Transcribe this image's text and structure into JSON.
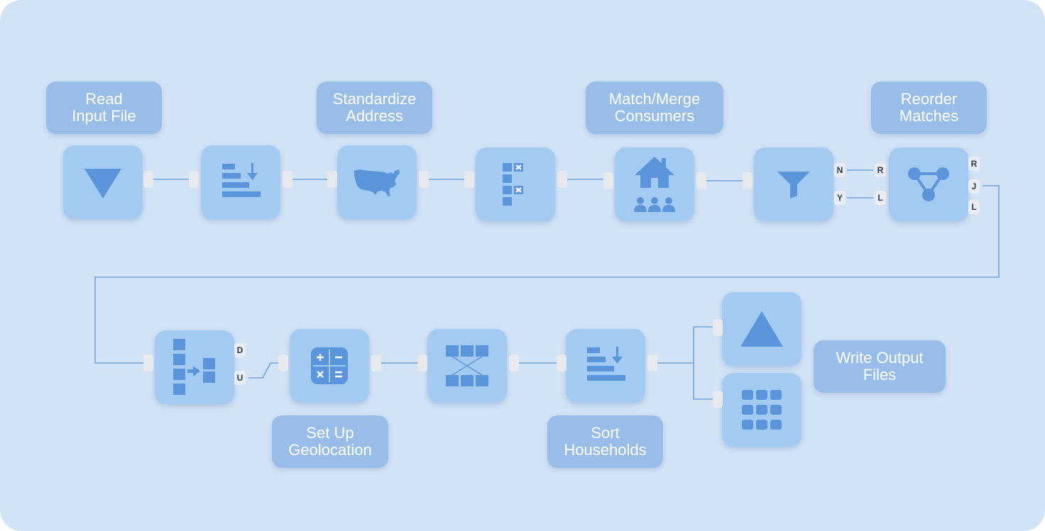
{
  "colors": {
    "canvas": "#d3e3f6",
    "node": "#a3cbf2",
    "label": "#98bde9",
    "icon": "#5a95dc",
    "wire": "#6ea3de",
    "port": "#e7e9ec"
  },
  "labels": {
    "read": [
      "Read",
      "Input File"
    ],
    "standardize": [
      "Standardize",
      "Address"
    ],
    "match": [
      "Match/Merge",
      "Consumers"
    ],
    "reorder": [
      "Reorder",
      "Matches"
    ],
    "geolocation": [
      "Set Up",
      "Geolocation"
    ],
    "sort": [
      "Sort",
      "Households"
    ],
    "write": [
      "Write Output",
      "Files"
    ]
  },
  "nodes": [
    {
      "id": "read-input",
      "icon": "triangle-down-icon"
    },
    {
      "id": "sort-records",
      "icon": "sort-descending-icon"
    },
    {
      "id": "standardize-address",
      "icon": "usa-map-icon"
    },
    {
      "id": "field-filter",
      "icon": "checklist-x-icon"
    },
    {
      "id": "match-merge",
      "icon": "household-icon"
    },
    {
      "id": "filter",
      "icon": "funnel-icon"
    },
    {
      "id": "reorder-matches",
      "icon": "graph-node-icon"
    },
    {
      "id": "dedupe-split",
      "icon": "split-merge-icon"
    },
    {
      "id": "geolocation",
      "icon": "calculator-icon"
    },
    {
      "id": "cross-map",
      "icon": "cross-mapping-icon"
    },
    {
      "id": "sort-households",
      "icon": "sort-descending-icon"
    },
    {
      "id": "write-output-a",
      "icon": "triangle-up-icon"
    },
    {
      "id": "write-output-b",
      "icon": "grid-icon"
    }
  ],
  "port_labels": {
    "filter_n": "N",
    "filter_y": "Y",
    "join_r_in": "R",
    "join_l_in": "L",
    "join_r_out": "R",
    "join_j_out": "J",
    "join_l_out": "L",
    "split_d": "D",
    "split_u": "U"
  }
}
